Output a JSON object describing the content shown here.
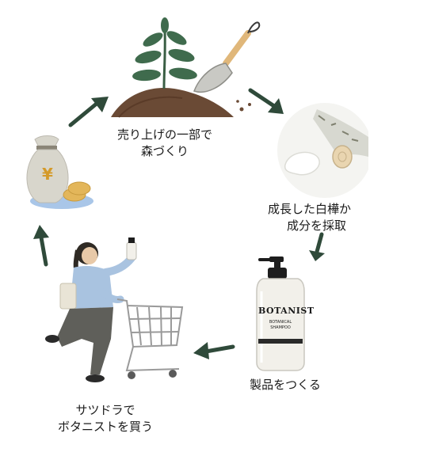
{
  "cycle": {
    "forest_label": [
      "売り上げの一部で",
      "森づくり"
    ],
    "birch_label": [
      "成長した白樺か",
      "成分を採取"
    ],
    "product_label": [
      "製品をつくる"
    ],
    "purchase_label": [
      "サツドラで",
      "ボタニストを買う"
    ],
    "bottle_brand": "BOTANIST",
    "bottle_sub1": "BOTANICAL",
    "bottle_sub2": "SHAMPOO",
    "money_symbol": "¥"
  },
  "colors": {
    "arrow": "#2f4a3a",
    "leaf": "#3f6b4d",
    "soil": "#6a4a35",
    "bag": "#d8d6cc",
    "coin": "#e3b65a",
    "puddle": "#a9c6e8",
    "shirt": "#a9c3e0",
    "pants": "#5f5f5a",
    "cart": "#9a9a9a",
    "bottle": "#f2f0ea",
    "pump": "#1d1d1d"
  },
  "icons": [
    "plant-with-trowel-icon",
    "white-birch-branch-icon",
    "shampoo-bottle-icon",
    "shopper-with-cart-icon",
    "money-bag-icon"
  ]
}
